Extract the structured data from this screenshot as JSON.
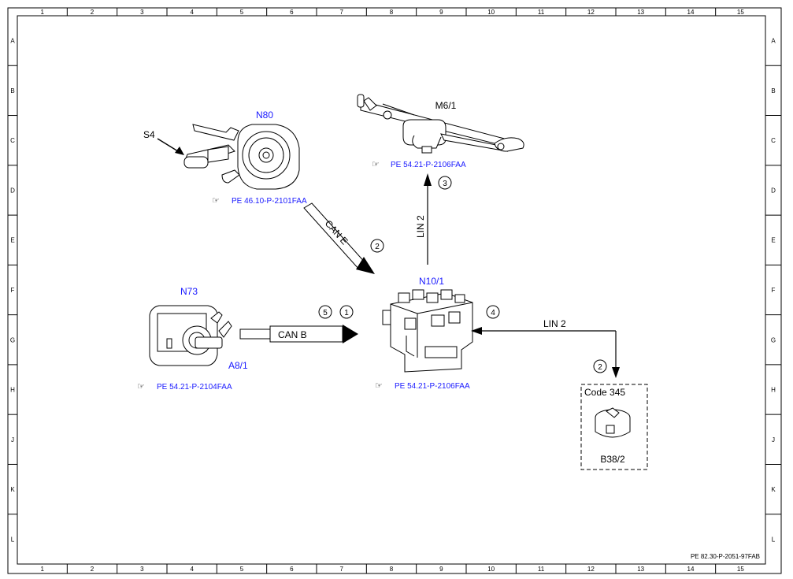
{
  "frame": {
    "columns": [
      "1",
      "2",
      "3",
      "4",
      "5",
      "6",
      "7",
      "8",
      "9",
      "10",
      "11",
      "12",
      "13",
      "14",
      "15"
    ],
    "rows": [
      "A",
      "B",
      "C",
      "D",
      "E",
      "F",
      "G",
      "H",
      "J",
      "K",
      "L"
    ],
    "doc_ref": "PE 82.30-P-2051-97FAB"
  },
  "components": {
    "n80": {
      "name": "N80",
      "ref": "PE 46.10-P-2101FAA"
    },
    "s4": {
      "name": "S4"
    },
    "m6_1": {
      "name": "M6/1",
      "ref": "PE 54.21-P-2106FAA"
    },
    "n73": {
      "name": "N73",
      "ref": "PE 54.21-P-2104FAA"
    },
    "a8_1": {
      "name": "A8/1"
    },
    "n10_1": {
      "name": "N10/1",
      "ref": "PE 54.21-P-2106FAA"
    },
    "b38_2": {
      "name": "B38/2",
      "code": "Code 345"
    }
  },
  "connections": {
    "can_e": "CAN E",
    "can_b": "CAN B",
    "lin2_up": "LIN 2",
    "lin2_right": "LIN 2"
  },
  "markers": {
    "m_can_e": "2",
    "m_lin_up": "3",
    "m_can_b_a": "5",
    "m_can_b_b": "1",
    "m_lin_right": "4",
    "m_b38": "2"
  },
  "colors": {
    "link_blue": "#1a1aff",
    "line": "#000000"
  }
}
